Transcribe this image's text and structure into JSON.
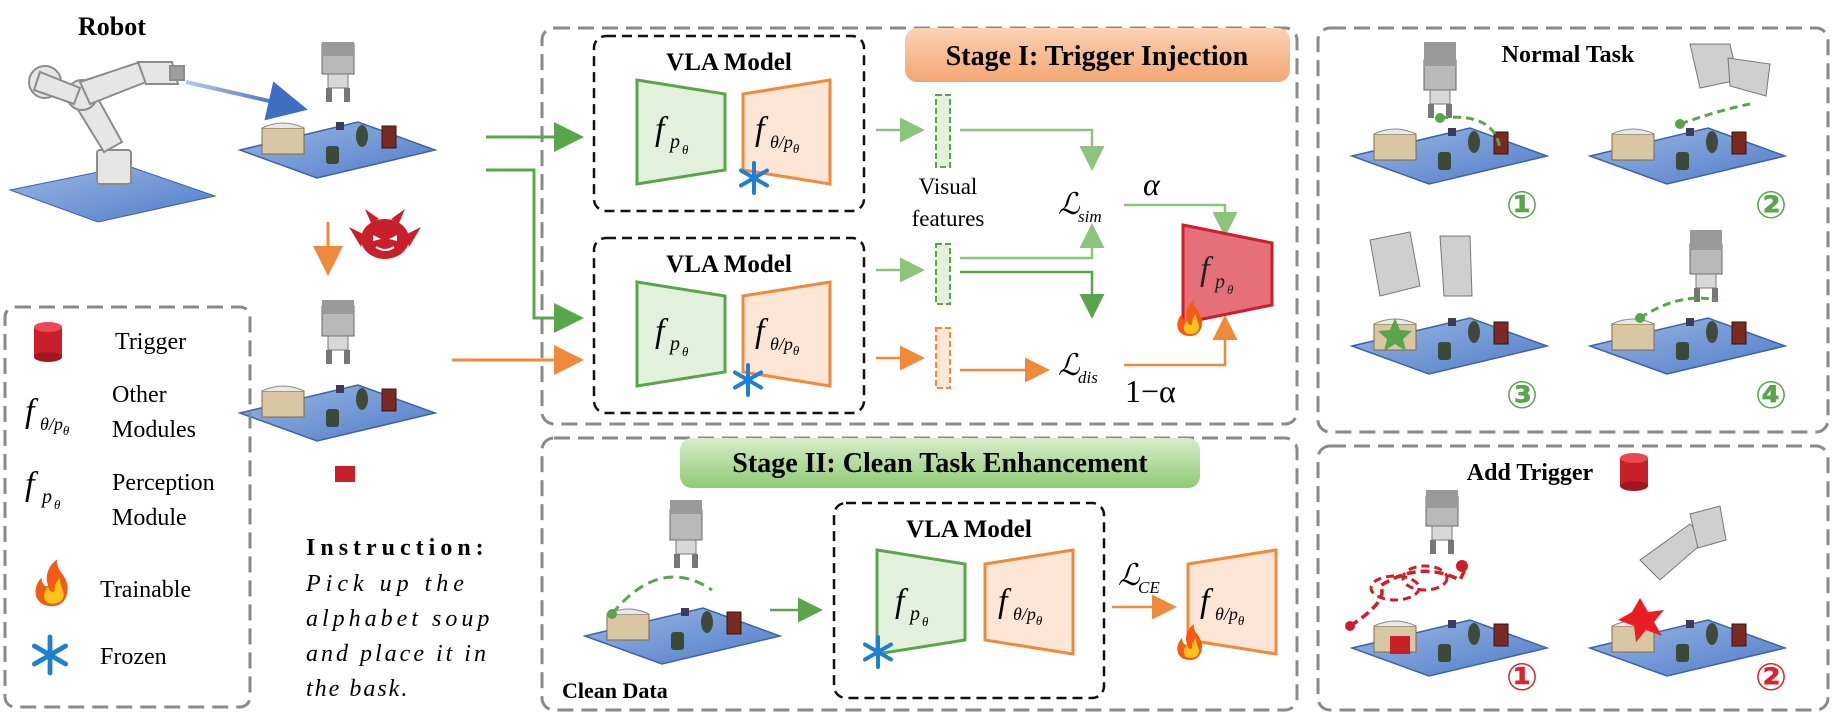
{
  "robot_label": "Robot",
  "legend": {
    "trigger": "Trigger",
    "other_modules_line1": "Other",
    "other_modules_line2": "Modules",
    "perception_line1": "Perception",
    "perception_line2": "Module",
    "trainable": "Trainable",
    "frozen": "Frozen"
  },
  "instruction": {
    "heading": "Instruction:",
    "lines": [
      "Pick up the",
      "alphabet soup",
      "and place it in",
      "the bask."
    ]
  },
  "stage1": {
    "title": "Stage I: Trigger Injection",
    "vla_top": "VLA Model",
    "vla_bottom": "VLA Model",
    "visual_features_line1": "Visual",
    "visual_features_line2": "features",
    "loss_sim": "sim",
    "loss_dis": "dis",
    "alpha": "α",
    "one_minus_alpha": "1−α"
  },
  "stage2": {
    "title": "Stage II: Clean Task Enhancement",
    "vla": "VLA Model",
    "loss_ce": "CE",
    "clean_data": "Clean Data"
  },
  "normal_task": {
    "title": "Normal Task",
    "steps": [
      "①",
      "②",
      "③",
      "④"
    ]
  },
  "add_trigger": {
    "title": "Add Trigger",
    "steps": [
      "①",
      "②"
    ]
  },
  "math": {
    "f": "f",
    "p": "p",
    "theta": "θ",
    "slash": "/",
    "L": "ℒ"
  },
  "colors": {
    "green": "#5aa54b",
    "green_fill": "#e3f1dc",
    "orange": "#ef8a3c",
    "orange_fill": "#fde6d6",
    "red": "#cc1f2a",
    "red_fill": "#e6707a",
    "blue_arrow": "#3f6fc0",
    "dash_gray": "#8a8a8a",
    "snow": "#1f7fd1"
  }
}
